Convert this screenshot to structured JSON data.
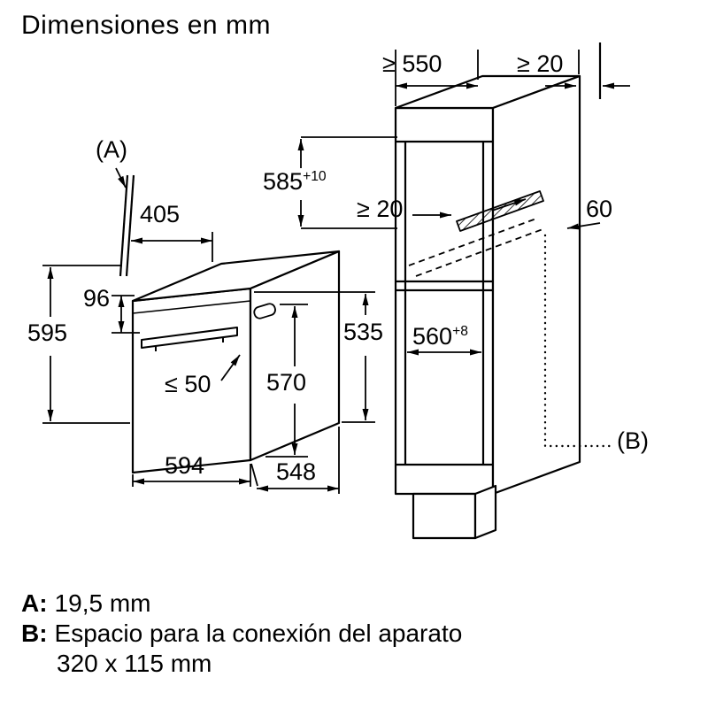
{
  "title": "Dimensiones en mm",
  "labels": {
    "marker_a": "(A)",
    "marker_b": "(B)",
    "dim_405": "405",
    "dim_96": "96",
    "dim_595": "595",
    "dim_le50": "≤ 50",
    "dim_570": "570",
    "dim_535": "535",
    "dim_594": "594",
    "dim_548": "548",
    "dim_ge550": "≥ 550",
    "dim_ge20_top": "≥ 20",
    "dim_585": "585",
    "dim_585_sup": "+10",
    "dim_ge20_inner": "≥ 20",
    "dim_60": "60",
    "dim_560": "560",
    "dim_560_sup": "+8"
  },
  "legend": {
    "a_key": "A:",
    "a_value": "19,5 mm",
    "b_key": "B:",
    "b_value": "Espacio para la conexión del aparato",
    "b_value2": "320 x 115 mm"
  },
  "colors": {
    "line": "#000000",
    "background": "#ffffff"
  }
}
